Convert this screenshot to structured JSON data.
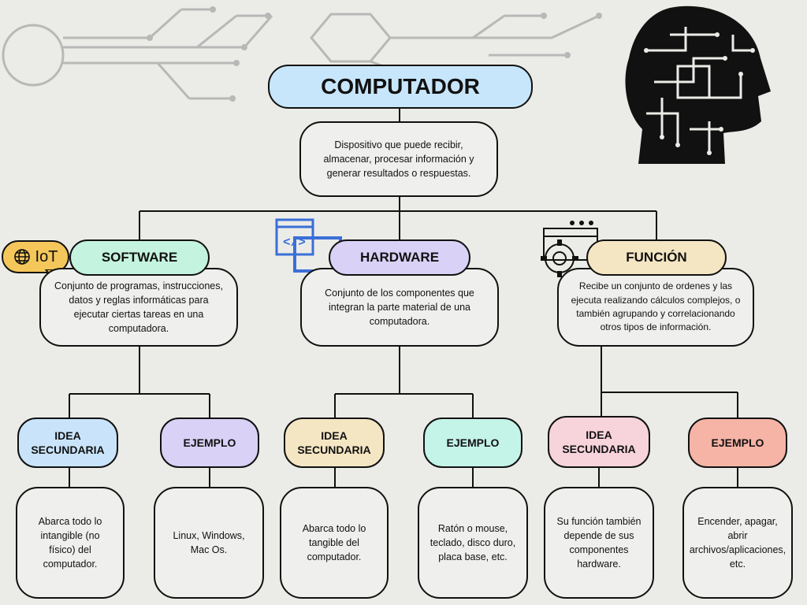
{
  "title": "COMPUTADOR",
  "definition": "Dispositivo que puede recibir, almacenar, procesar información y generar resultados o respuestas.",
  "iot_label": "IoT",
  "categories": [
    {
      "label": "SOFTWARE",
      "color": "#c4f3df",
      "description": "Conjunto de programas, instrucciones, datos y reglas informáticas para ejecutar ciertas tareas en una computadora.",
      "idea_label": "IDEA SECUNDARIA",
      "idea_color": "#c9e4fa",
      "idea_text": "Abarca todo lo intangible (no físico) del computador.",
      "example_label": "EJEMPLO",
      "example_color": "#d9d1f6",
      "example_text": "Linux, Windows, Mac Os."
    },
    {
      "label": "HARDWARE",
      "color": "#d9d1f6",
      "description": "Conjunto de los componentes que integran la parte material de una computadora.",
      "idea_label": "IDEA SECUNDARIA",
      "idea_color": "#f5e6c3",
      "idea_text": "Abarca todo lo tangible del computador.",
      "example_label": "EJEMPLO",
      "example_color": "#c4f3e8",
      "example_text": "Ratón o mouse, teclado, disco duro, placa base, etc."
    },
    {
      "label": "FUNCIÓN",
      "color": "#f5e6c3",
      "description": "Recibe un conjunto de ordenes y las ejecuta realizando cálculos complejos, o también agrupando y correlacionando otros tipos de información.",
      "idea_label": "IDEA SECUNDARIA",
      "idea_color": "#f7d3dc",
      "idea_text": "Su función también depende de sus componentes hardware.",
      "example_label": "EJEMPLO",
      "example_color": "#f6b4a6",
      "example_text": "Encender, apagar, abrir archivos/aplicaciones, etc."
    }
  ]
}
